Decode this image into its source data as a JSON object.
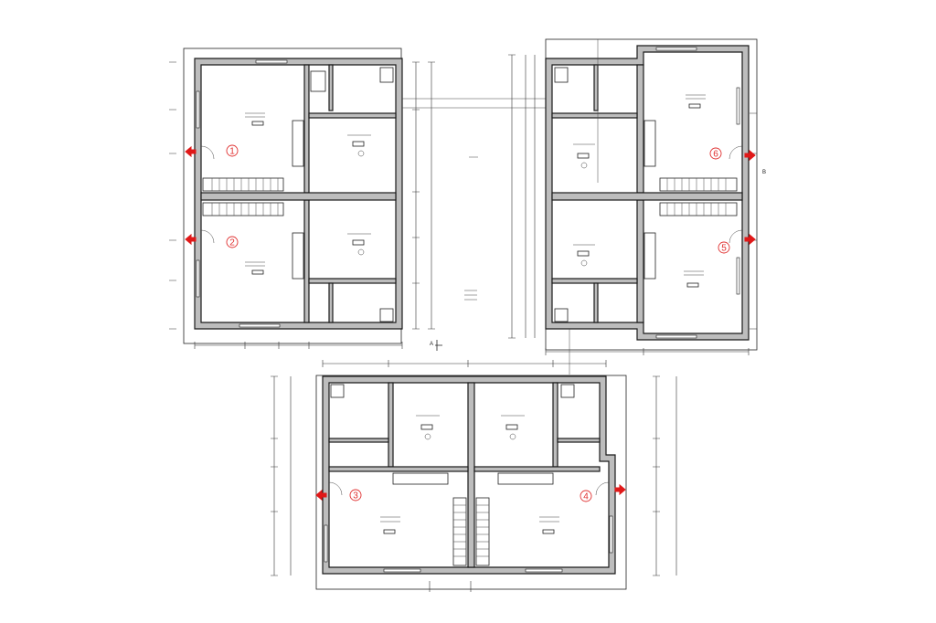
{
  "units": [
    {
      "id": "1",
      "label": "1"
    },
    {
      "id": "2",
      "label": "2"
    },
    {
      "id": "3",
      "label": "3"
    },
    {
      "id": "4",
      "label": "4"
    },
    {
      "id": "5",
      "label": "5"
    },
    {
      "id": "6",
      "label": "6"
    }
  ],
  "section_marks": {
    "a": "A",
    "b": "B"
  },
  "colors": {
    "wall": "#bdbdbd",
    "entrance_arrow": "#e01818",
    "unit_number": "#e03030"
  }
}
